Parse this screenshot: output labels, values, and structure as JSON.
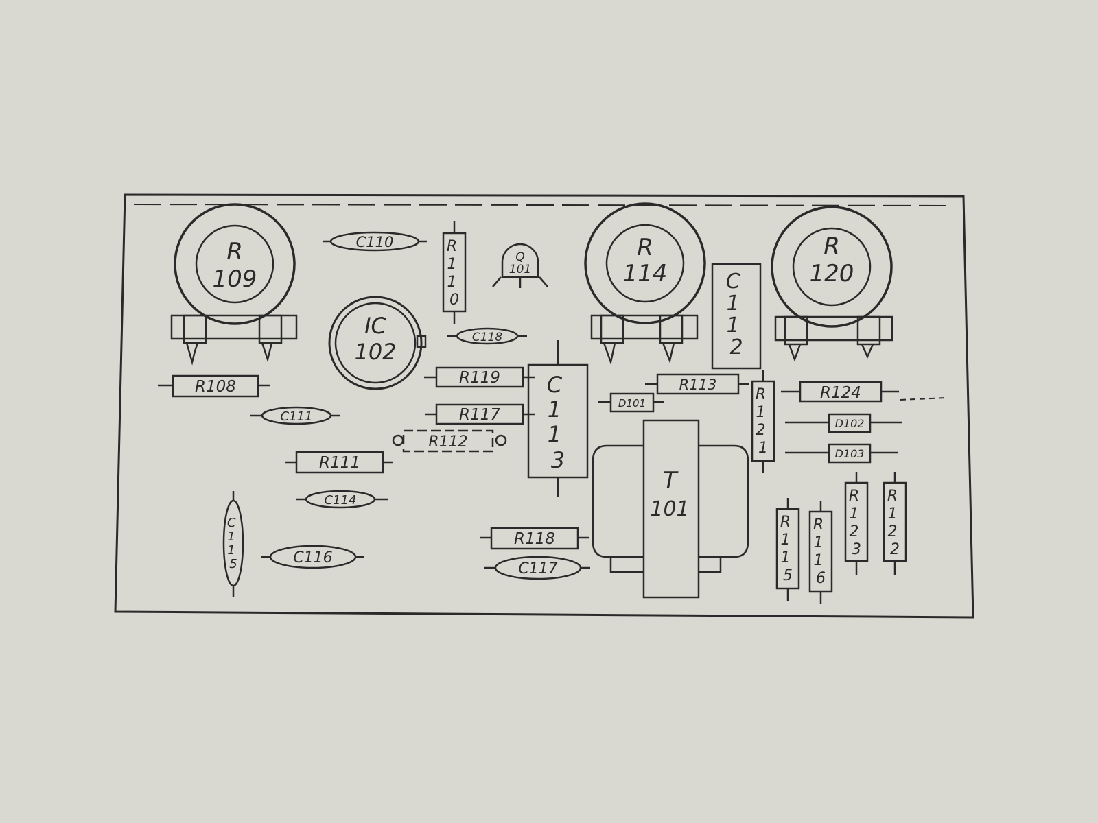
{
  "colors": {
    "paper": "#d9d9d2",
    "ink": "#2a2a2a"
  },
  "components": {
    "r109": {
      "line1": "R",
      "line2": "109"
    },
    "r114": {
      "line1": "R",
      "line2": "114"
    },
    "r120": {
      "line1": "R",
      "line2": "120"
    },
    "ic102": {
      "line1": "IC",
      "line2": "102"
    },
    "q101": {
      "line1": "Q",
      "line2": "101"
    },
    "t101": {
      "line1": "T",
      "line2": "101"
    },
    "c110": "C110",
    "c118": "C118",
    "c111": "C111",
    "c114": "C114",
    "c116": "C116",
    "c117": "C117",
    "c115": [
      "C",
      "1",
      "1",
      "5"
    ],
    "c112": [
      "C",
      "1",
      "1",
      "2"
    ],
    "c113": [
      "C",
      "1",
      "1",
      "3"
    ],
    "r108": "R108",
    "r119": "R119",
    "r117": "R117",
    "r112": "R112",
    "r111": "R111",
    "r118": "R118",
    "r113": "R113",
    "r124": "R124",
    "r110": [
      "R",
      "1",
      "1",
      "0"
    ],
    "r121": [
      "R",
      "1",
      "2",
      "1"
    ],
    "r115": [
      "R",
      "1",
      "1",
      "5"
    ],
    "r116": [
      "R",
      "1",
      "1",
      "6"
    ],
    "r123": [
      "R",
      "1",
      "2",
      "3"
    ],
    "r122": [
      "R",
      "1",
      "2",
      "2"
    ],
    "d101": "D101",
    "d102": "D102",
    "d103": "D103"
  }
}
